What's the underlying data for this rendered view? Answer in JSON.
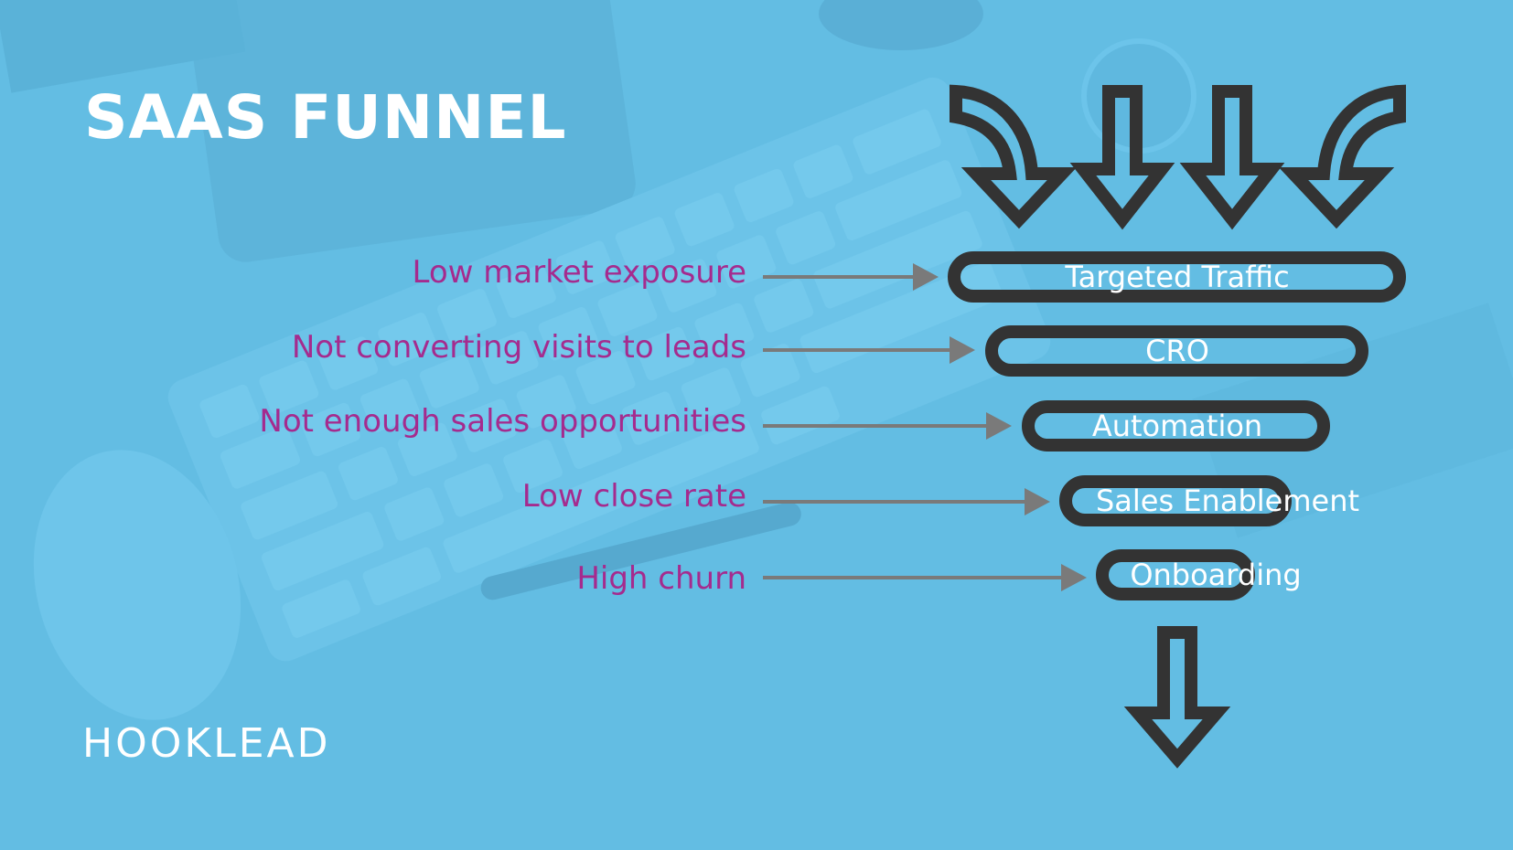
{
  "title": "SAAS FUNNEL",
  "brand": "HOOKLEAD",
  "problems": [
    "Low market exposure",
    "Not converting visits to leads",
    "Not enough sales opportunities",
    "Low close rate",
    "High churn"
  ],
  "stages": [
    "Targeted Traffic",
    "CRO",
    "Automation",
    "Sales Enablement",
    "Onboarding"
  ],
  "colors": {
    "background": "#63bde3",
    "problem_text": "#a52b8e",
    "funnel_outline": "#333333",
    "connector": "#7a7a7a",
    "light_text": "#ffffff"
  },
  "icons": [
    "curved-arrow-right-icon",
    "down-arrow-icon",
    "curved-arrow-left-icon",
    "output-arrow-icon"
  ]
}
